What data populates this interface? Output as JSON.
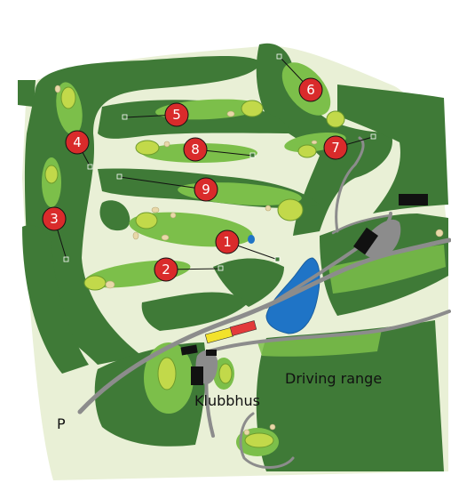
{
  "labels": {
    "driving_range": "Driving range",
    "clubhouse": "Klubbhus",
    "parking": "P"
  },
  "holes": [
    {
      "id": 1,
      "label": "1"
    },
    {
      "id": 2,
      "label": "2"
    },
    {
      "id": 3,
      "label": "3"
    },
    {
      "id": 4,
      "label": "4"
    },
    {
      "id": 5,
      "label": "5"
    },
    {
      "id": 6,
      "label": "6"
    },
    {
      "id": 7,
      "label": "7"
    },
    {
      "id": 8,
      "label": "8"
    },
    {
      "id": 9,
      "label": "9"
    }
  ],
  "colors": {
    "rough": "#e9f0d6",
    "forest": "#3f7a37",
    "fairway": "#7cbf4a",
    "green": "#c2d94a",
    "water": "#1f74c6",
    "path": "#8c8c8c",
    "building": "#111111",
    "marker": "#d92b2b"
  }
}
